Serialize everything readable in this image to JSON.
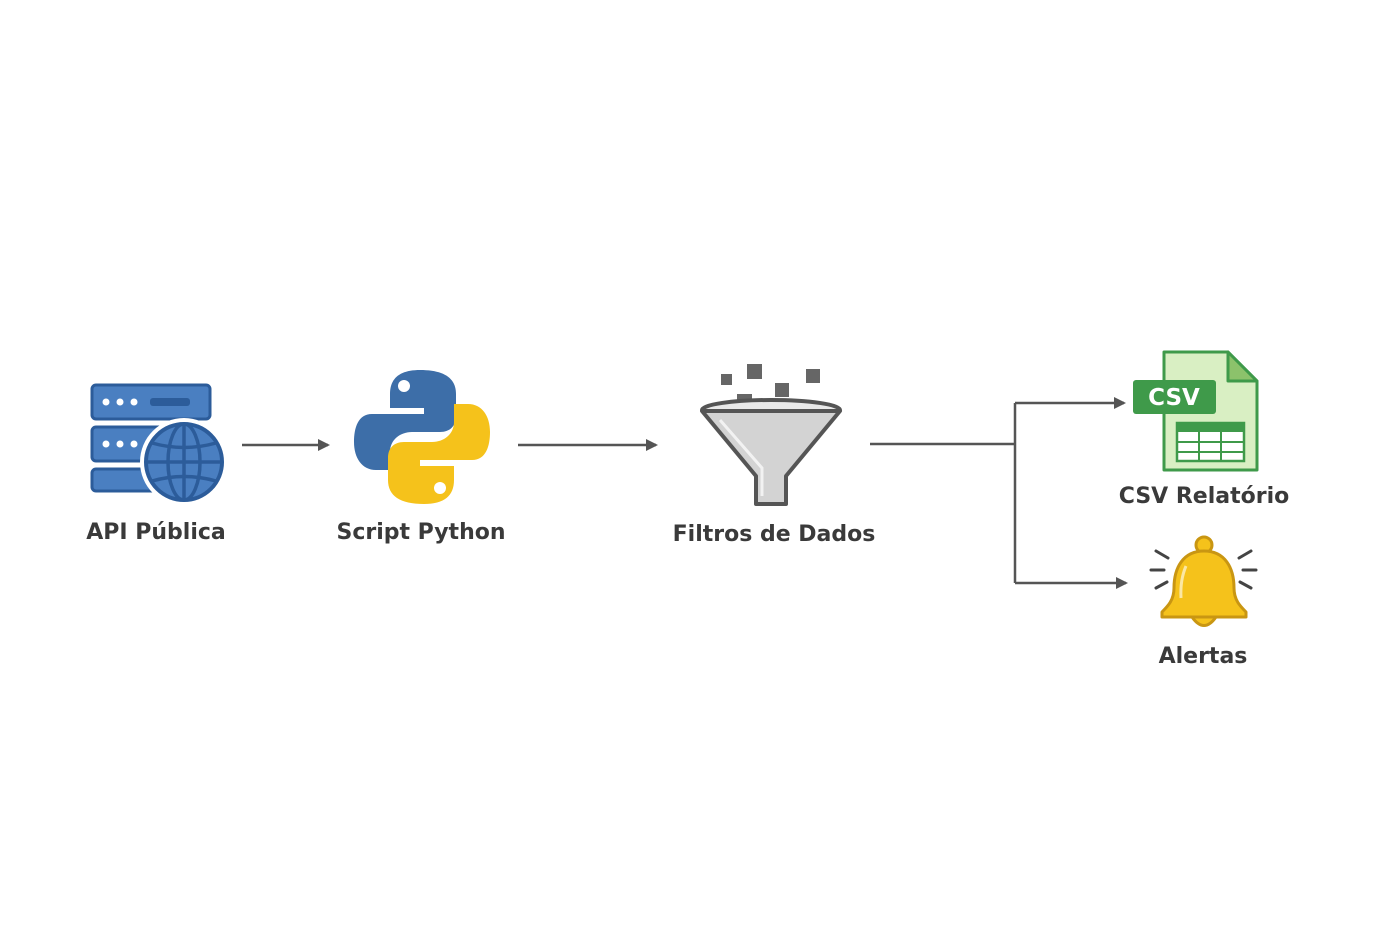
{
  "nodes": {
    "api": {
      "label": "API Pública",
      "icon": "server-globe-icon"
    },
    "python": {
      "label": "Script Python",
      "icon": "python-logo-icon"
    },
    "filter": {
      "label": "Filtros de Dados",
      "icon": "funnel-icon"
    },
    "csv": {
      "label": "CSV Relatório",
      "badge": "CSV",
      "icon": "csv-file-icon"
    },
    "alerts": {
      "label": "Alertas",
      "icon": "bell-icon"
    }
  },
  "colors": {
    "server_blue": "#4a7fc1",
    "server_dark": "#2c5c9a",
    "python_blue": "#3d6ea8",
    "python_yellow": "#f5c21b",
    "funnel_gray": "#8a8a8a",
    "csv_green": "#3f9a4a",
    "csv_light": "#d9efc3",
    "bell_yellow": "#f5c21b",
    "bell_dark": "#c99612",
    "arrow": "#555555"
  }
}
